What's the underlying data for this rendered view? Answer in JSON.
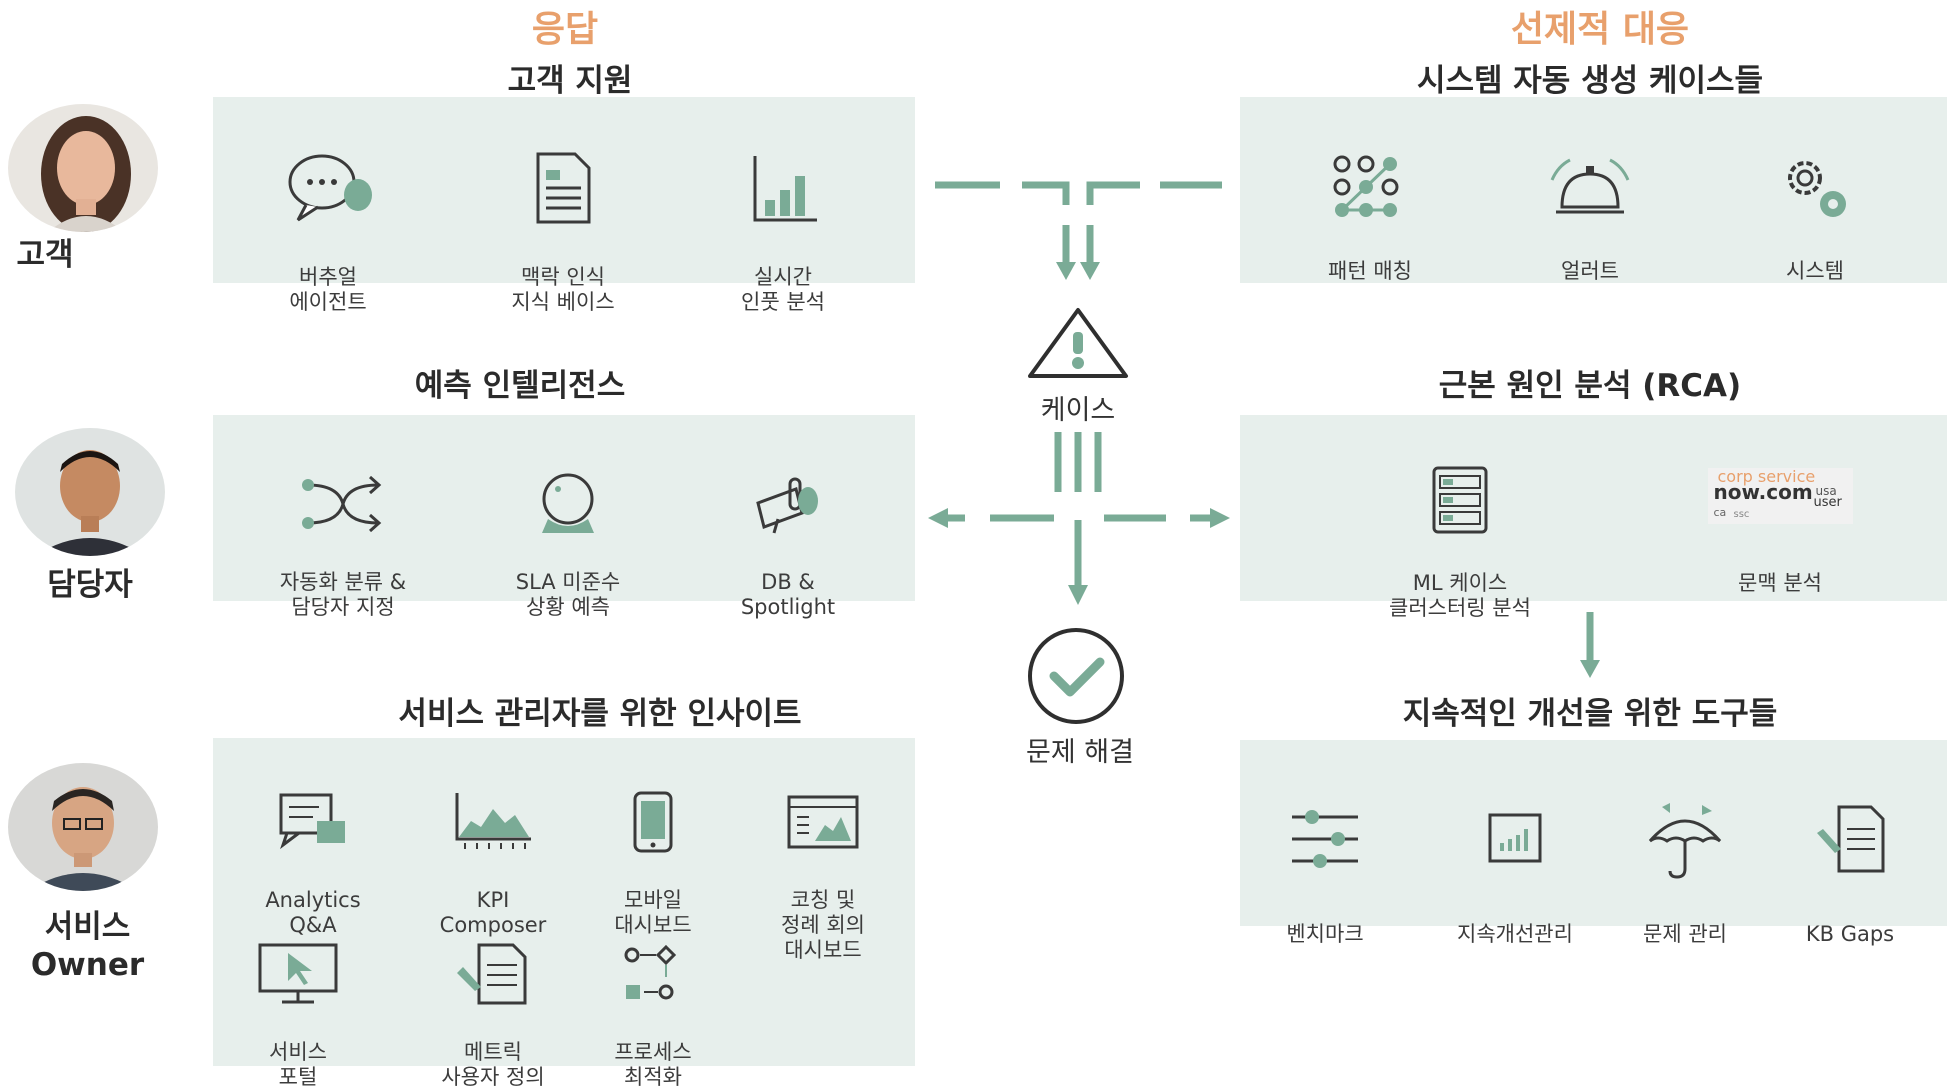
{
  "headings": {
    "response": "응답",
    "proactive": "선제적 대응"
  },
  "roles": {
    "customer": "고객",
    "agent": "담당자",
    "owner": "서비스\nOwner"
  },
  "panels": {
    "customer_support": {
      "title": "고객 지원",
      "items": [
        "버추얼\n에이전트",
        "맥락 인식\n지식 베이스",
        "실시간\n인풋 분석"
      ]
    },
    "auto_cases": {
      "title": "시스템 자동 생성 케이스들",
      "items": [
        "패턴 매칭",
        "얼러트",
        "시스템"
      ]
    },
    "predictive": {
      "title": "예측 인텔리전스",
      "items": [
        "자동화 분류 &\n담당자 지정",
        "SLA 미준수\n상황 예측",
        "DB &\nSpotlight"
      ]
    },
    "rca": {
      "title": "근본 원인 분석 (RCA)",
      "items": [
        "ML 케이스\n클러스터링 분석",
        "문맥 분석"
      ],
      "wordcloud": [
        "corp service",
        "now.com",
        "usa",
        "user",
        "ca",
        "ssc"
      ]
    },
    "insights": {
      "title": "서비스 관리자를 위한 인사이트",
      "items": [
        "Analytics\nQ&A",
        "KPI\nComposer",
        "모바일\n대시보드",
        "코칭 및\n정례 회의\n대시보드",
        "서비스\n포털",
        "메트릭\n사용자 정의",
        "프로세스\n최적화"
      ]
    },
    "improvement": {
      "title": "지속적인 개선을 위한 도구들",
      "items": [
        "벤치마크",
        "지속개선관리",
        "문제 관리",
        "KB Gaps"
      ]
    }
  },
  "center": {
    "case_label": "케이스",
    "resolved_label": "문제 해결"
  },
  "colors": {
    "accent": "#7aab96",
    "orange": "#e8a06c",
    "panel": "#e7efec"
  }
}
